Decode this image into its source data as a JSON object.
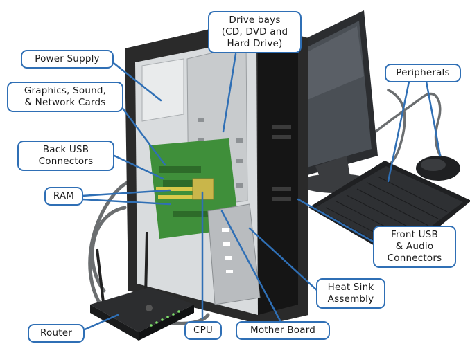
{
  "labels": {
    "power_supply": "Power Supply",
    "drive_bays": "Drive bays\n(CD, DVD and\nHard Drive)",
    "peripherals": "Peripherals",
    "cards": "Graphics, Sound,\n& Network Cards",
    "back_usb": "Back USB\nConnectors",
    "ram": "RAM",
    "front_usb": "Front USB\n& Audio\nConnectors",
    "heat_sink": "Heat Sink\nAssembly",
    "router": "Router",
    "cpu": "CPU",
    "mother_board": "Mother Board"
  },
  "colors": {
    "label_border": "#2f6fb5",
    "leader_line": "#2f6fb5",
    "case_dark": "#2a2a2a",
    "case_interior": "#d9dcde",
    "board_green": "#3f8f3a",
    "monitor_screen": "#4a4f55"
  }
}
